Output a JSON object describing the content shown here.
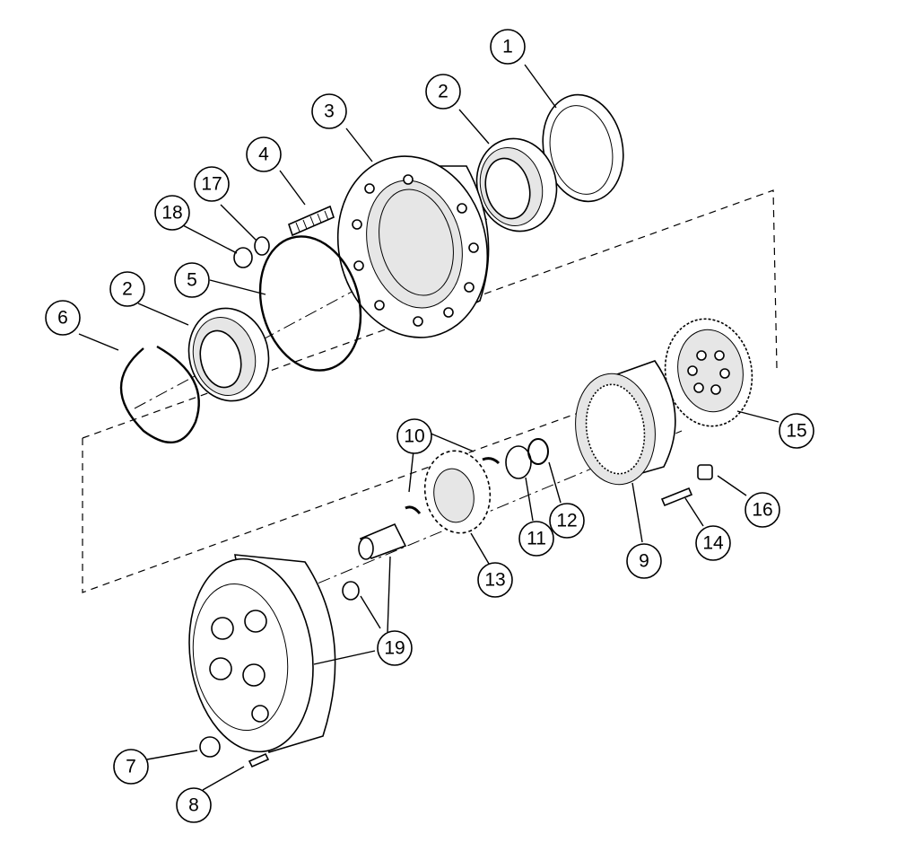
{
  "callouts": [
    {
      "id": "c1",
      "label": "1"
    },
    {
      "id": "c2a",
      "label": "2"
    },
    {
      "id": "c3",
      "label": "3"
    },
    {
      "id": "c4",
      "label": "4"
    },
    {
      "id": "c17",
      "label": "17"
    },
    {
      "id": "c18",
      "label": "18"
    },
    {
      "id": "c5",
      "label": "5"
    },
    {
      "id": "c2b",
      "label": "2"
    },
    {
      "id": "c6",
      "label": "6"
    },
    {
      "id": "c10",
      "label": "10"
    },
    {
      "id": "c11",
      "label": "11"
    },
    {
      "id": "c12",
      "label": "12"
    },
    {
      "id": "c13",
      "label": "13"
    },
    {
      "id": "c9",
      "label": "9"
    },
    {
      "id": "c14",
      "label": "14"
    },
    {
      "id": "c16",
      "label": "16"
    },
    {
      "id": "c15",
      "label": "15"
    },
    {
      "id": "c19",
      "label": "19"
    },
    {
      "id": "c7",
      "label": "7"
    },
    {
      "id": "c8",
      "label": "8"
    }
  ]
}
